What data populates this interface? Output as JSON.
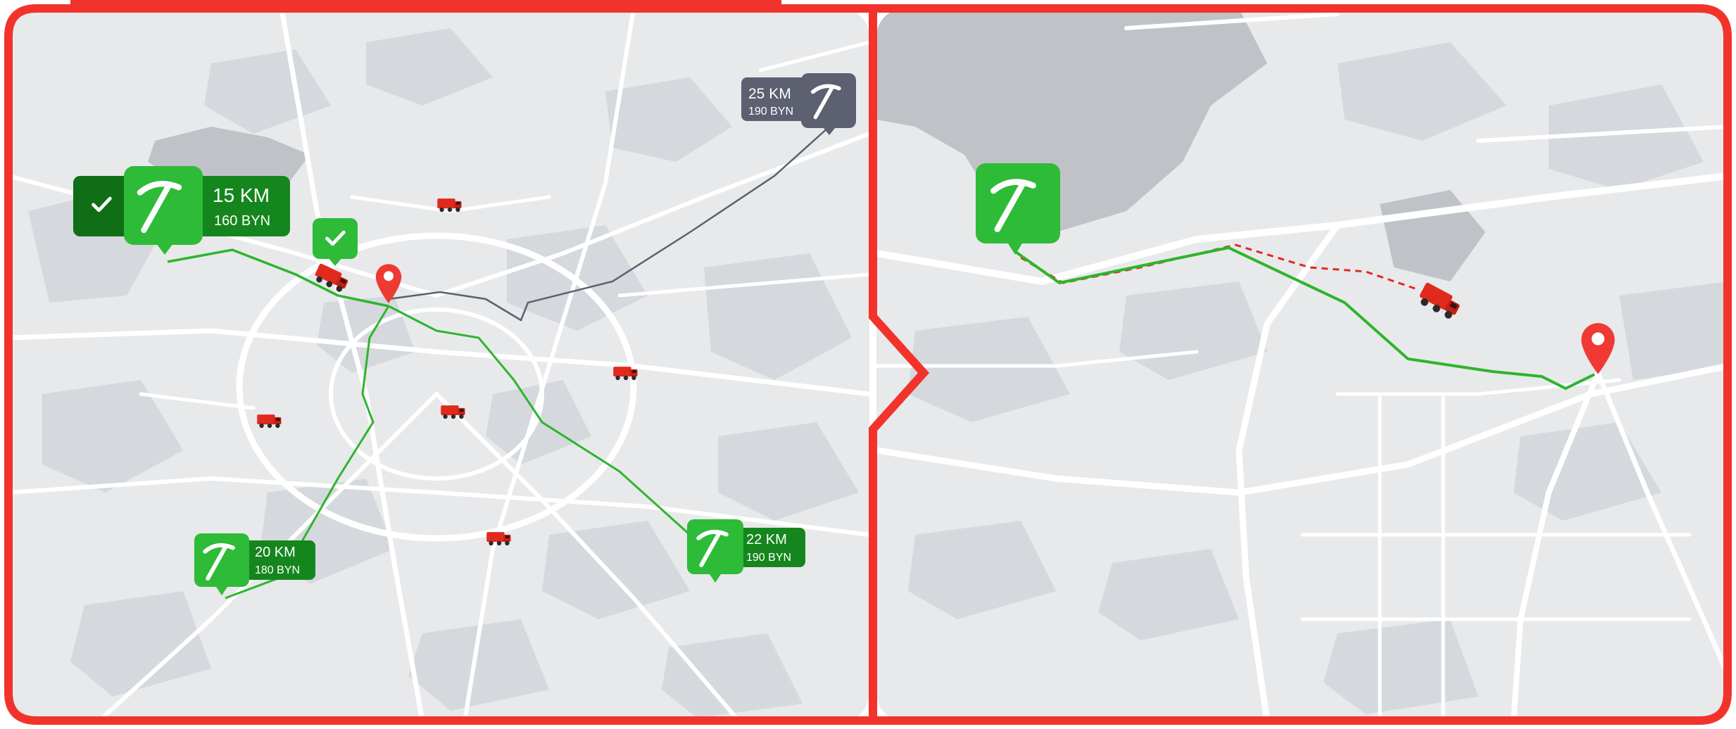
{
  "colors": {
    "frame": "#F2332B",
    "map_bg": "#E8E9EB",
    "map_patch": "#D5D8DC",
    "water": "#BFC3C8",
    "road": "#FFFFFF",
    "route_green": "#2DB52D",
    "route_gray": "#5B6070",
    "marker_green": "#2EBB37",
    "marker_green_dark": "#15861D",
    "marker_gray": "#5C6070",
    "truck_red": "#E12A1E",
    "destination_pin": "#EE3A33"
  },
  "left_panel": {
    "markers": [
      {
        "id": "quarry-a",
        "distance": "15 KM",
        "price": "160 BYN",
        "state": "selected",
        "icon": "pickaxe-icon",
        "badge_icon": "check-icon"
      },
      {
        "id": "quarry-b",
        "distance": "25 KM",
        "price": "190 BYN",
        "state": "inactive",
        "icon": "pickaxe-icon"
      },
      {
        "id": "quarry-c",
        "distance": "20 KM",
        "price": "180 BYN",
        "state": "active",
        "icon": "pickaxe-icon"
      },
      {
        "id": "quarry-d",
        "distance": "22 KM",
        "price": "190 BYN",
        "state": "active",
        "icon": "pickaxe-icon"
      }
    ],
    "extra_check_badge": {
      "icon": "check-icon"
    },
    "destination": {
      "icon": "location-pin-icon"
    },
    "trucks": [
      "truck-icon",
      "truck-icon",
      "truck-icon",
      "truck-icon",
      "truck-icon",
      "truck-icon",
      "truck-icon"
    ]
  },
  "right_panel": {
    "quarry": {
      "icon": "pickaxe-icon",
      "state": "active"
    },
    "truck": {
      "icon": "truck-icon"
    },
    "destination": {
      "icon": "location-pin-icon"
    },
    "routes": {
      "completed": "solid-green",
      "remaining": "dashed-red"
    }
  }
}
